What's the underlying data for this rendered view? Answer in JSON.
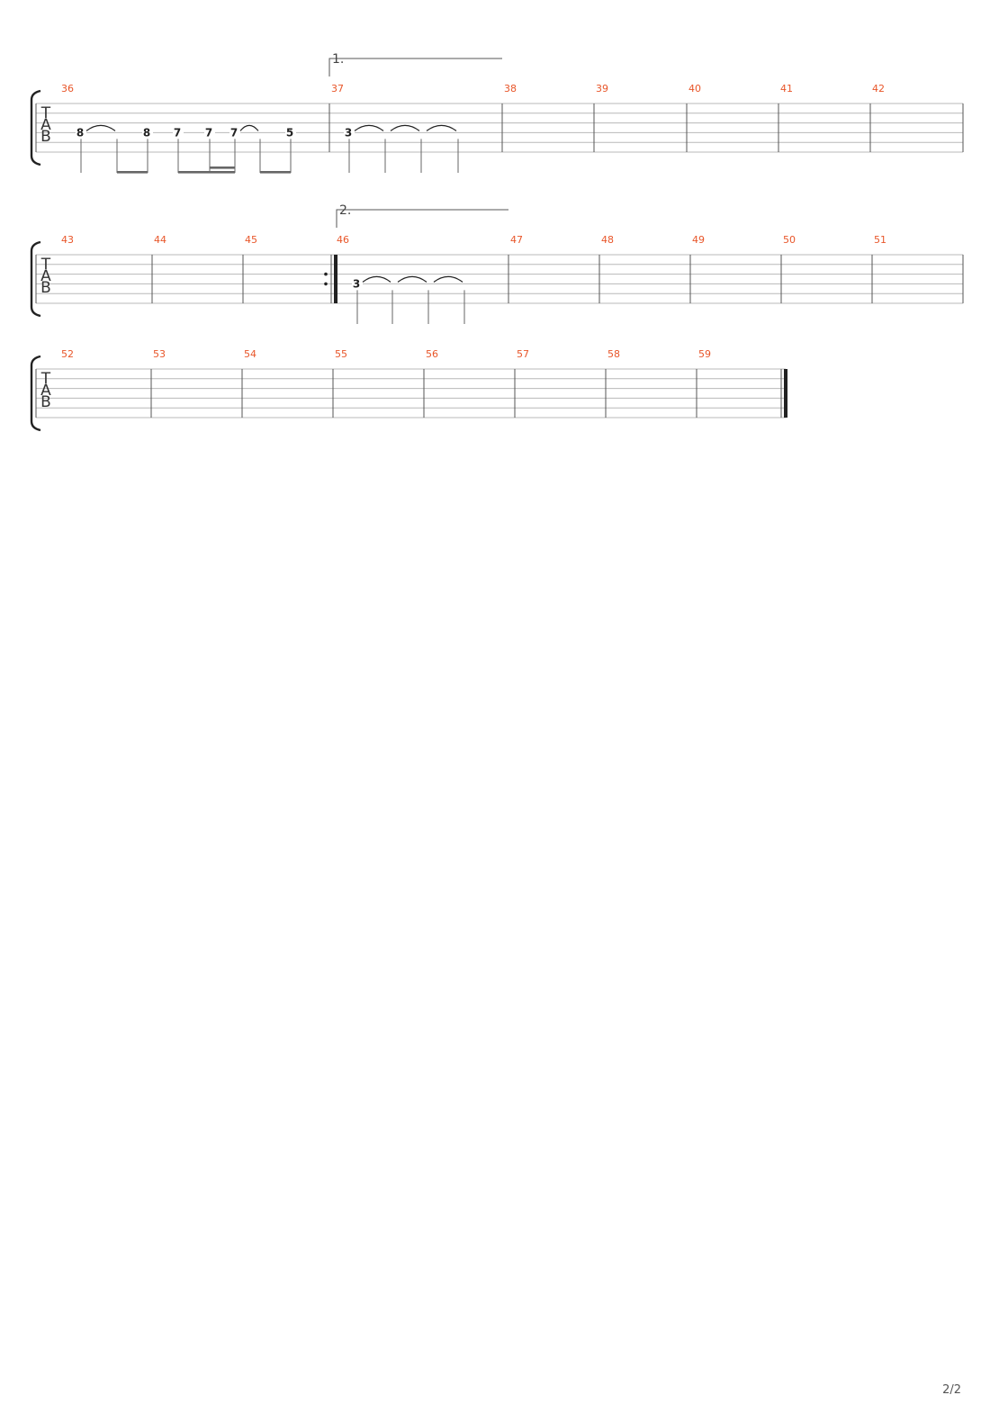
{
  "page": {
    "number_label": "2/2"
  },
  "tab_clef": [
    "T",
    "A",
    "B"
  ],
  "colors": {
    "bar_number": "#e8562a",
    "staff_line": "#b8b8b8",
    "barline": "#555555",
    "stem": "#666666",
    "fret": "#222222",
    "bracket": "#222222"
  },
  "systems": [
    {
      "id": "system-1",
      "bars": [
        "36",
        "37",
        "38",
        "39",
        "40",
        "41",
        "42"
      ],
      "volta": {
        "label": "1.",
        "starts_at_bar": "37"
      },
      "notes": [
        {
          "bar": "36",
          "fret": "8",
          "string": 4,
          "tie_to_next": true
        },
        {
          "bar": "36",
          "fret": "",
          "string": 4
        },
        {
          "bar": "36",
          "fret": "8",
          "string": 4
        },
        {
          "bar": "36",
          "fret": "7",
          "string": 4
        },
        {
          "bar": "36",
          "fret": "7",
          "string": 4
        },
        {
          "bar": "36",
          "fret": "7",
          "string": 4,
          "tie_to_next": true
        },
        {
          "bar": "36",
          "fret": "",
          "string": 4
        },
        {
          "bar": "36",
          "fret": "5",
          "string": 4
        },
        {
          "bar": "37",
          "fret": "3",
          "string": 4,
          "tie_to_next": true
        },
        {
          "bar": "37",
          "fret": "",
          "string": 4,
          "tie_to_next": true
        },
        {
          "bar": "37",
          "fret": "",
          "string": 4,
          "tie_to_next": true
        },
        {
          "bar": "37",
          "fret": "",
          "string": 4
        }
      ]
    },
    {
      "id": "system-2",
      "bars": [
        "43",
        "44",
        "45",
        "46",
        "47",
        "48",
        "49",
        "50",
        "51"
      ],
      "volta": {
        "label": "2.",
        "starts_at_bar": "46"
      },
      "repeat_end_before_bar": "46",
      "notes": [
        {
          "bar": "46",
          "fret": "3",
          "string": 4,
          "tie_to_next": true
        },
        {
          "bar": "46",
          "fret": "",
          "string": 4,
          "tie_to_next": true
        },
        {
          "bar": "46",
          "fret": "",
          "string": 4,
          "tie_to_next": true
        },
        {
          "bar": "46",
          "fret": "",
          "string": 4
        }
      ]
    },
    {
      "id": "system-3",
      "bars": [
        "52",
        "53",
        "54",
        "55",
        "56",
        "57",
        "58",
        "59"
      ],
      "final_barline": true,
      "notes": []
    }
  ]
}
